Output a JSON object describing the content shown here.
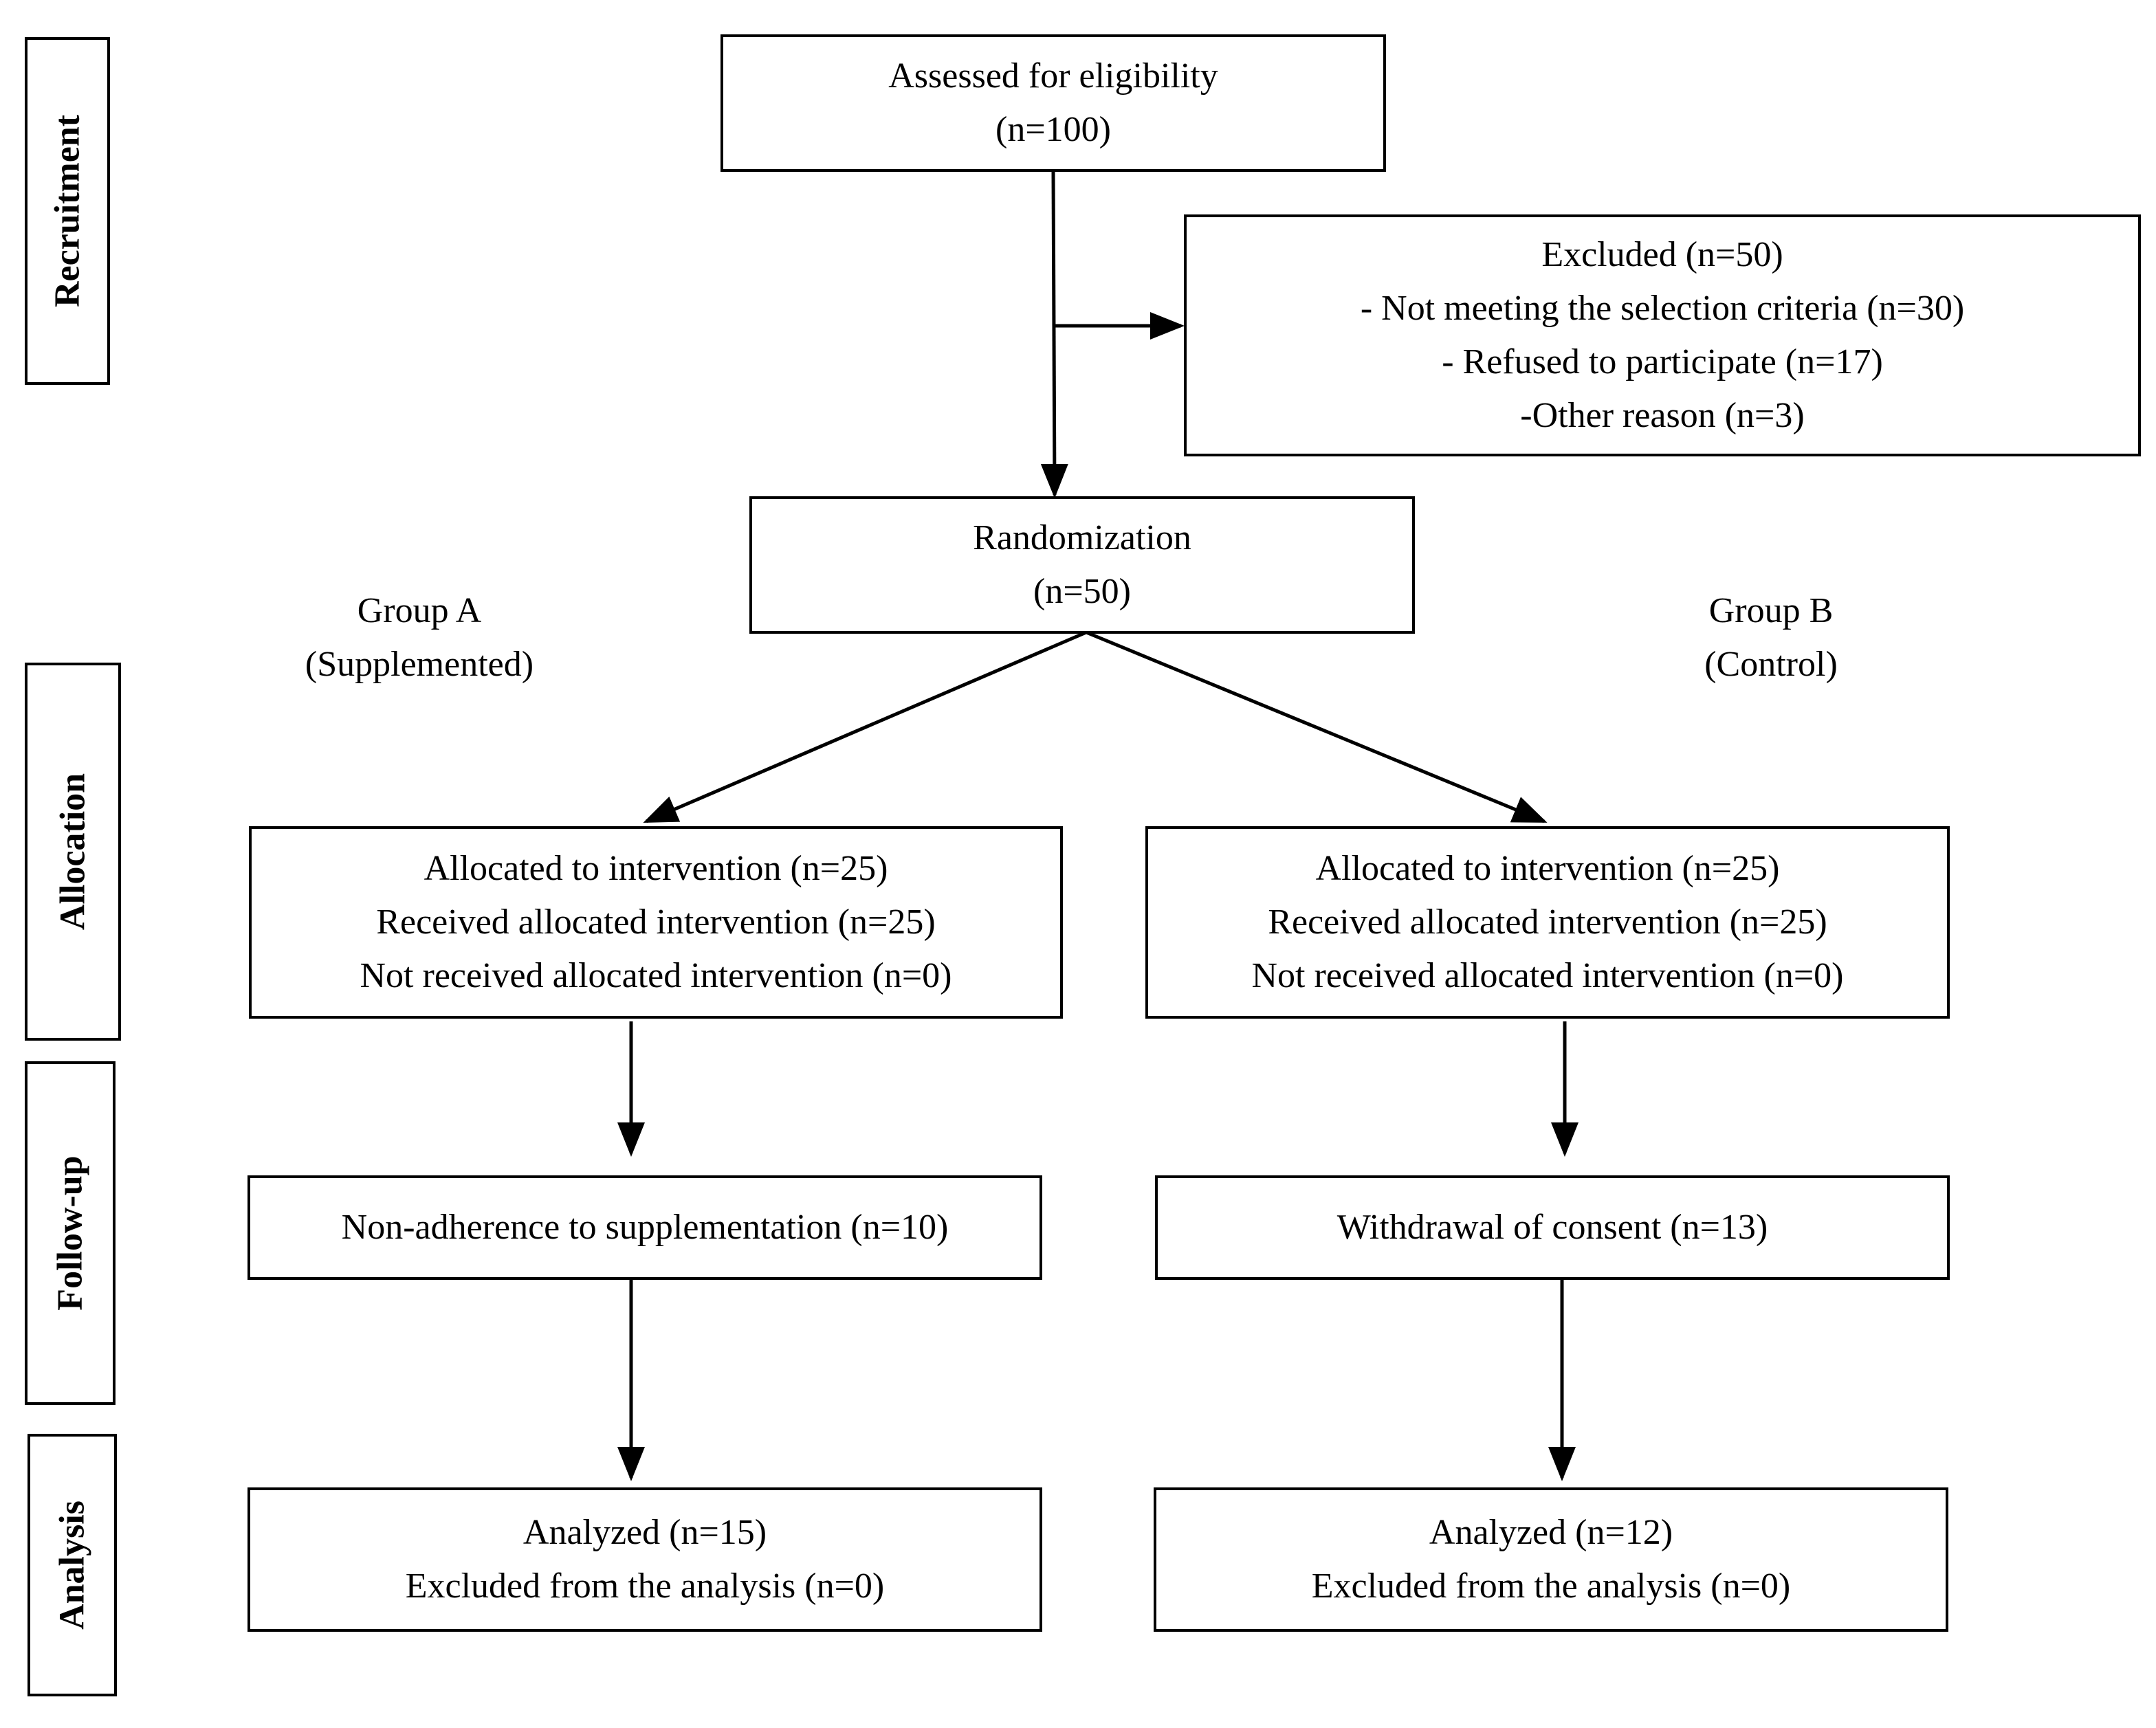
{
  "stages": {
    "recruitment": "Recruitment",
    "allocation": "Allocation",
    "follow_up": "Follow-up",
    "analysis": "Analysis"
  },
  "boxes": {
    "assessed": [
      "Assessed for eligibility",
      "(n=100)"
    ],
    "excluded": [
      "Excluded (n=50)",
      "- Not meeting the selection criteria (n=30)",
      "- Refused to participate (n=17)",
      "-Other reason (n=3)"
    ],
    "randomization": [
      "Randomization",
      "(n=50)"
    ],
    "allocated_a": [
      "Allocated to intervention (n=25)",
      "Received allocated intervention (n=25)",
      "Not received allocated intervention (n=0)"
    ],
    "allocated_b": [
      "Allocated to intervention (n=25)",
      "Received allocated intervention (n=25)",
      "Not received allocated intervention (n=0)"
    ],
    "followup_a": [
      "Non-adherence to supplementation (n=10)"
    ],
    "followup_b": [
      "Withdrawal of consent (n=13)"
    ],
    "analysis_a": [
      "Analyzed (n=15)",
      "Excluded from the analysis (n=0)"
    ],
    "analysis_b": [
      "Analyzed (n=12)",
      "Excluded from the analysis (n=0)"
    ]
  },
  "groups": {
    "a": [
      "Group A",
      "(Supplemented)"
    ],
    "b": [
      "Group B",
      "(Control)"
    ]
  }
}
